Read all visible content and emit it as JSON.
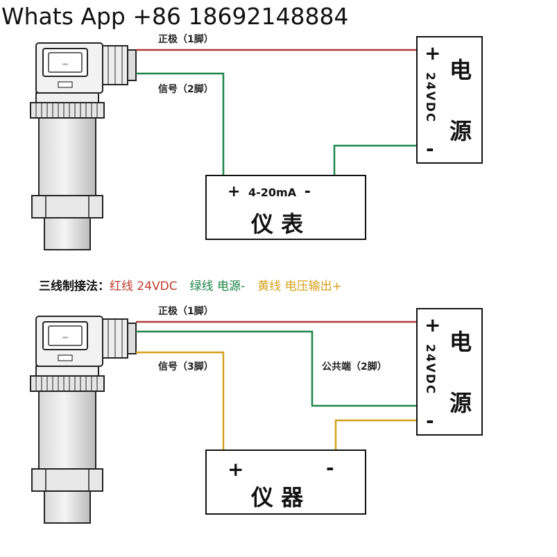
{
  "header": {
    "contact": "Whats App +86 18692148884"
  },
  "diagram_two_wire": {
    "wire_positive_label": "正极（1脚）",
    "wire_signal_label": "信号（2脚）",
    "power_box": {
      "plus": "+",
      "voltage": "24VDC",
      "minus": "-",
      "char1": "电",
      "char2": "源"
    },
    "meter_box": {
      "plus": "+",
      "range": "4-20mA",
      "minus": "-",
      "title": "仪 表"
    }
  },
  "legend": {
    "prefix": "三线制接法：",
    "red": "红线 24VDC",
    "green": "绿线 电源-",
    "yellow": "黄线 电压输出+",
    "colors": {
      "red": "#c0392b",
      "green": "#1e8449",
      "yellow": "#d4a017"
    }
  },
  "diagram_three_wire": {
    "wire_positive_label": "正极（1脚）",
    "wire_signal_label": "信号（3脚）",
    "wire_common_label": "公共端（2脚）",
    "power_box": {
      "plus": "+",
      "voltage": "24VDC",
      "minus": "-",
      "char1": "电",
      "char2": "源"
    },
    "instrument_box": {
      "plus": "+",
      "minus": "-",
      "title": "仪 器"
    }
  }
}
